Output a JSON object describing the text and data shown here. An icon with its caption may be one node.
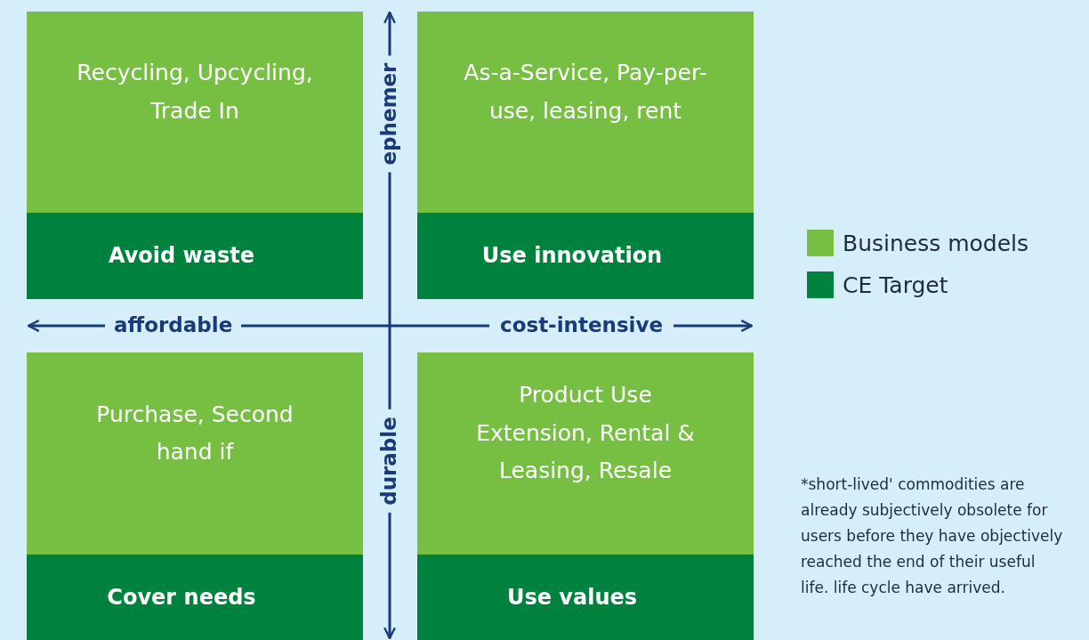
{
  "diagram": {
    "nodes": [
      {
        "text": [
          "Recycling, Upcycling, Trade In"
        ]
      },
      {
        "text": [
          "Avoid waste"
        ]
      },
      {
        "text": [
          "As-a-Service, Pay-per-use, leasing, rent"
        ]
      },
      {
        "text": [
          "Use innovation"
        ]
      },
      {
        "text": [
          "Purchase, Second hand if"
        ]
      },
      {
        "text": [
          "Cover needs"
        ]
      },
      {
        "text": [
          "Product Use Extension, Rental & Leasing, Resale"
        ]
      },
      {
        "text": [
          "Use values"
        ]
      }
    ],
    "edges": [],
    "labels": [
      "ephemer",
      "affordable",
      "cost-intensive",
      "durable",
      "*short-lived' commodities are already subjectively obsolete for users before they have objectively reached the end of their useful life. life cycle have arrived."
    ],
    "legend": [
      {
        "text": "Business models",
        "color": "#76bf43"
      },
      {
        "text": "CE Target",
        "color": "#00823f"
      }
    ]
  }
}
